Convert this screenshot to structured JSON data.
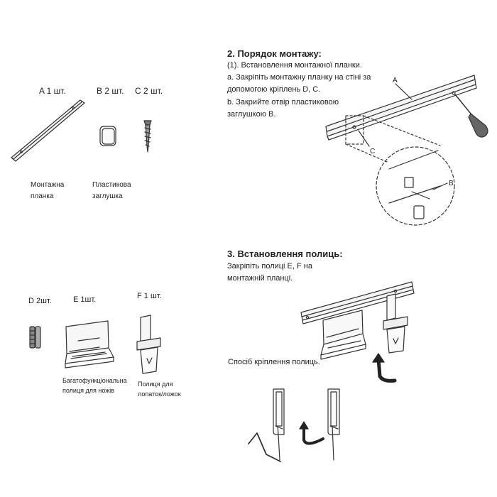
{
  "parts": {
    "a_label": "A 1 шт.",
    "b_label": "B 2 шт.",
    "c_label": "C 2 шт.",
    "a_name_line1": "Монтажна",
    "a_name_line2": "планка",
    "b_name_line1": "Пластикова",
    "b_name_line2": "заглушка",
    "d_label": "D 2шт.",
    "e_label": "E 1шт.",
    "f_label": "F 1 шт.",
    "e_name_line1": "Багатофункціональна",
    "e_name_line2": "полиця для ножів",
    "f_name_line1": "Полиця для",
    "f_name_line2": "лопаток/ложок"
  },
  "section2": {
    "title": "2. Порядок монтажу:",
    "line1": "(1). Встановлення монтажної планки.",
    "line2": "a. Закріпіть монтажну планку на стіні за",
    "line3": "допомогою кріплень D, C.",
    "line4": "b. Закрийте отвір пластиковою",
    "line5": "заглушкою B.",
    "callout_a": "A",
    "callout_b": "B",
    "callout_c": "C"
  },
  "section3": {
    "title": "3. Встановлення полиць:",
    "line1": "Закріпіть полиці  E, F на",
    "line2": "монтажній планці.",
    "method": "Спосіб кріплення полиць."
  }
}
